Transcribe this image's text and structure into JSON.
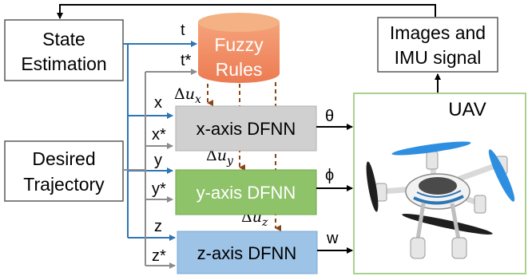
{
  "blocks": {
    "state_estimation": [
      "State",
      "Estimation"
    ],
    "desired_trajectory": [
      "Desired",
      "Trajectory"
    ],
    "fuzzy_rules": [
      "Fuzzy",
      "Rules"
    ],
    "images_imu": [
      "Images and",
      "IMU signal"
    ],
    "uav_label": "UAV",
    "x_dfnn": "x-axis DFNN",
    "y_dfnn": "y-axis DFNN",
    "z_dfnn": "z-axis DFNN"
  },
  "signals": {
    "t": "t",
    "t_star": "t*",
    "x": "x",
    "x_star": "x*",
    "y": "y",
    "y_star": "y*",
    "z": "z",
    "z_star": "z*",
    "theta": "θ",
    "phi": "ϕ",
    "w": "w",
    "du_x_delta": "Δ",
    "du_x_u": "u",
    "du_x_sub": "x",
    "du_y_delta": "Δ",
    "du_y_u": "u",
    "du_y_sub": "y",
    "du_z_delta": "Δ",
    "du_z_u": "u",
    "du_z_sub": "z"
  },
  "colors": {
    "estimate_line": "#2e75b6",
    "reference_line": "#8c8c8c",
    "fuzzy_line": "#8b4513",
    "x_block": "#cfcfcf",
    "y_block": "#8fc36a",
    "z_block": "#9dc3e6",
    "fuzzy_top": "#f4b183",
    "fuzzy_body": "#f08a5d",
    "uav_border": "#a9d18e"
  }
}
